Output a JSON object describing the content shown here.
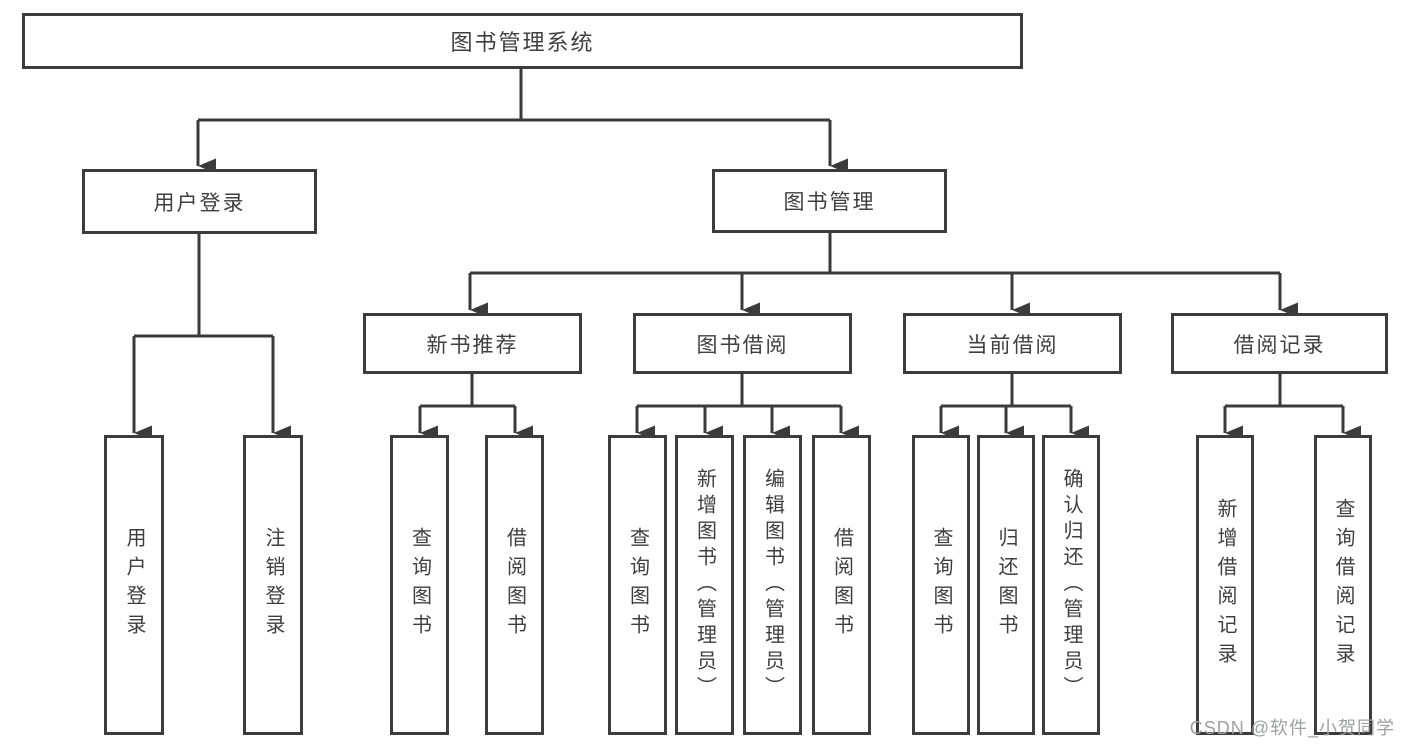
{
  "tree": {
    "label": "图书管理系统",
    "children": [
      {
        "label": "用户登录",
        "children": [
          {
            "label": "用户登录"
          },
          {
            "label": "注销登录"
          }
        ]
      },
      {
        "label": "图书管理",
        "children": [
          {
            "label": "新书推荐",
            "children": [
              {
                "label": "查询图书"
              },
              {
                "label": "借阅图书"
              }
            ]
          },
          {
            "label": "图书借阅",
            "children": [
              {
                "label": "查询图书"
              },
              {
                "label": "新增图书（管理员）"
              },
              {
                "label": "编辑图书（管理员）"
              },
              {
                "label": "借阅图书"
              }
            ]
          },
          {
            "label": "当前借阅",
            "children": [
              {
                "label": "查询图书"
              },
              {
                "label": "归还图书"
              },
              {
                "label": "确认归还（管理员）"
              }
            ]
          },
          {
            "label": "借阅记录",
            "children": [
              {
                "label": "新增借阅记录"
              },
              {
                "label": "查询借阅记录"
              }
            ]
          }
        ]
      }
    ]
  },
  "colors": {
    "line": "#3b3b3b",
    "border": "#3c3c3c",
    "text": "#3f3f3f",
    "watermark": "#9da0a3"
  },
  "watermark": {
    "text": "CSDN @软件_小贺同学"
  }
}
